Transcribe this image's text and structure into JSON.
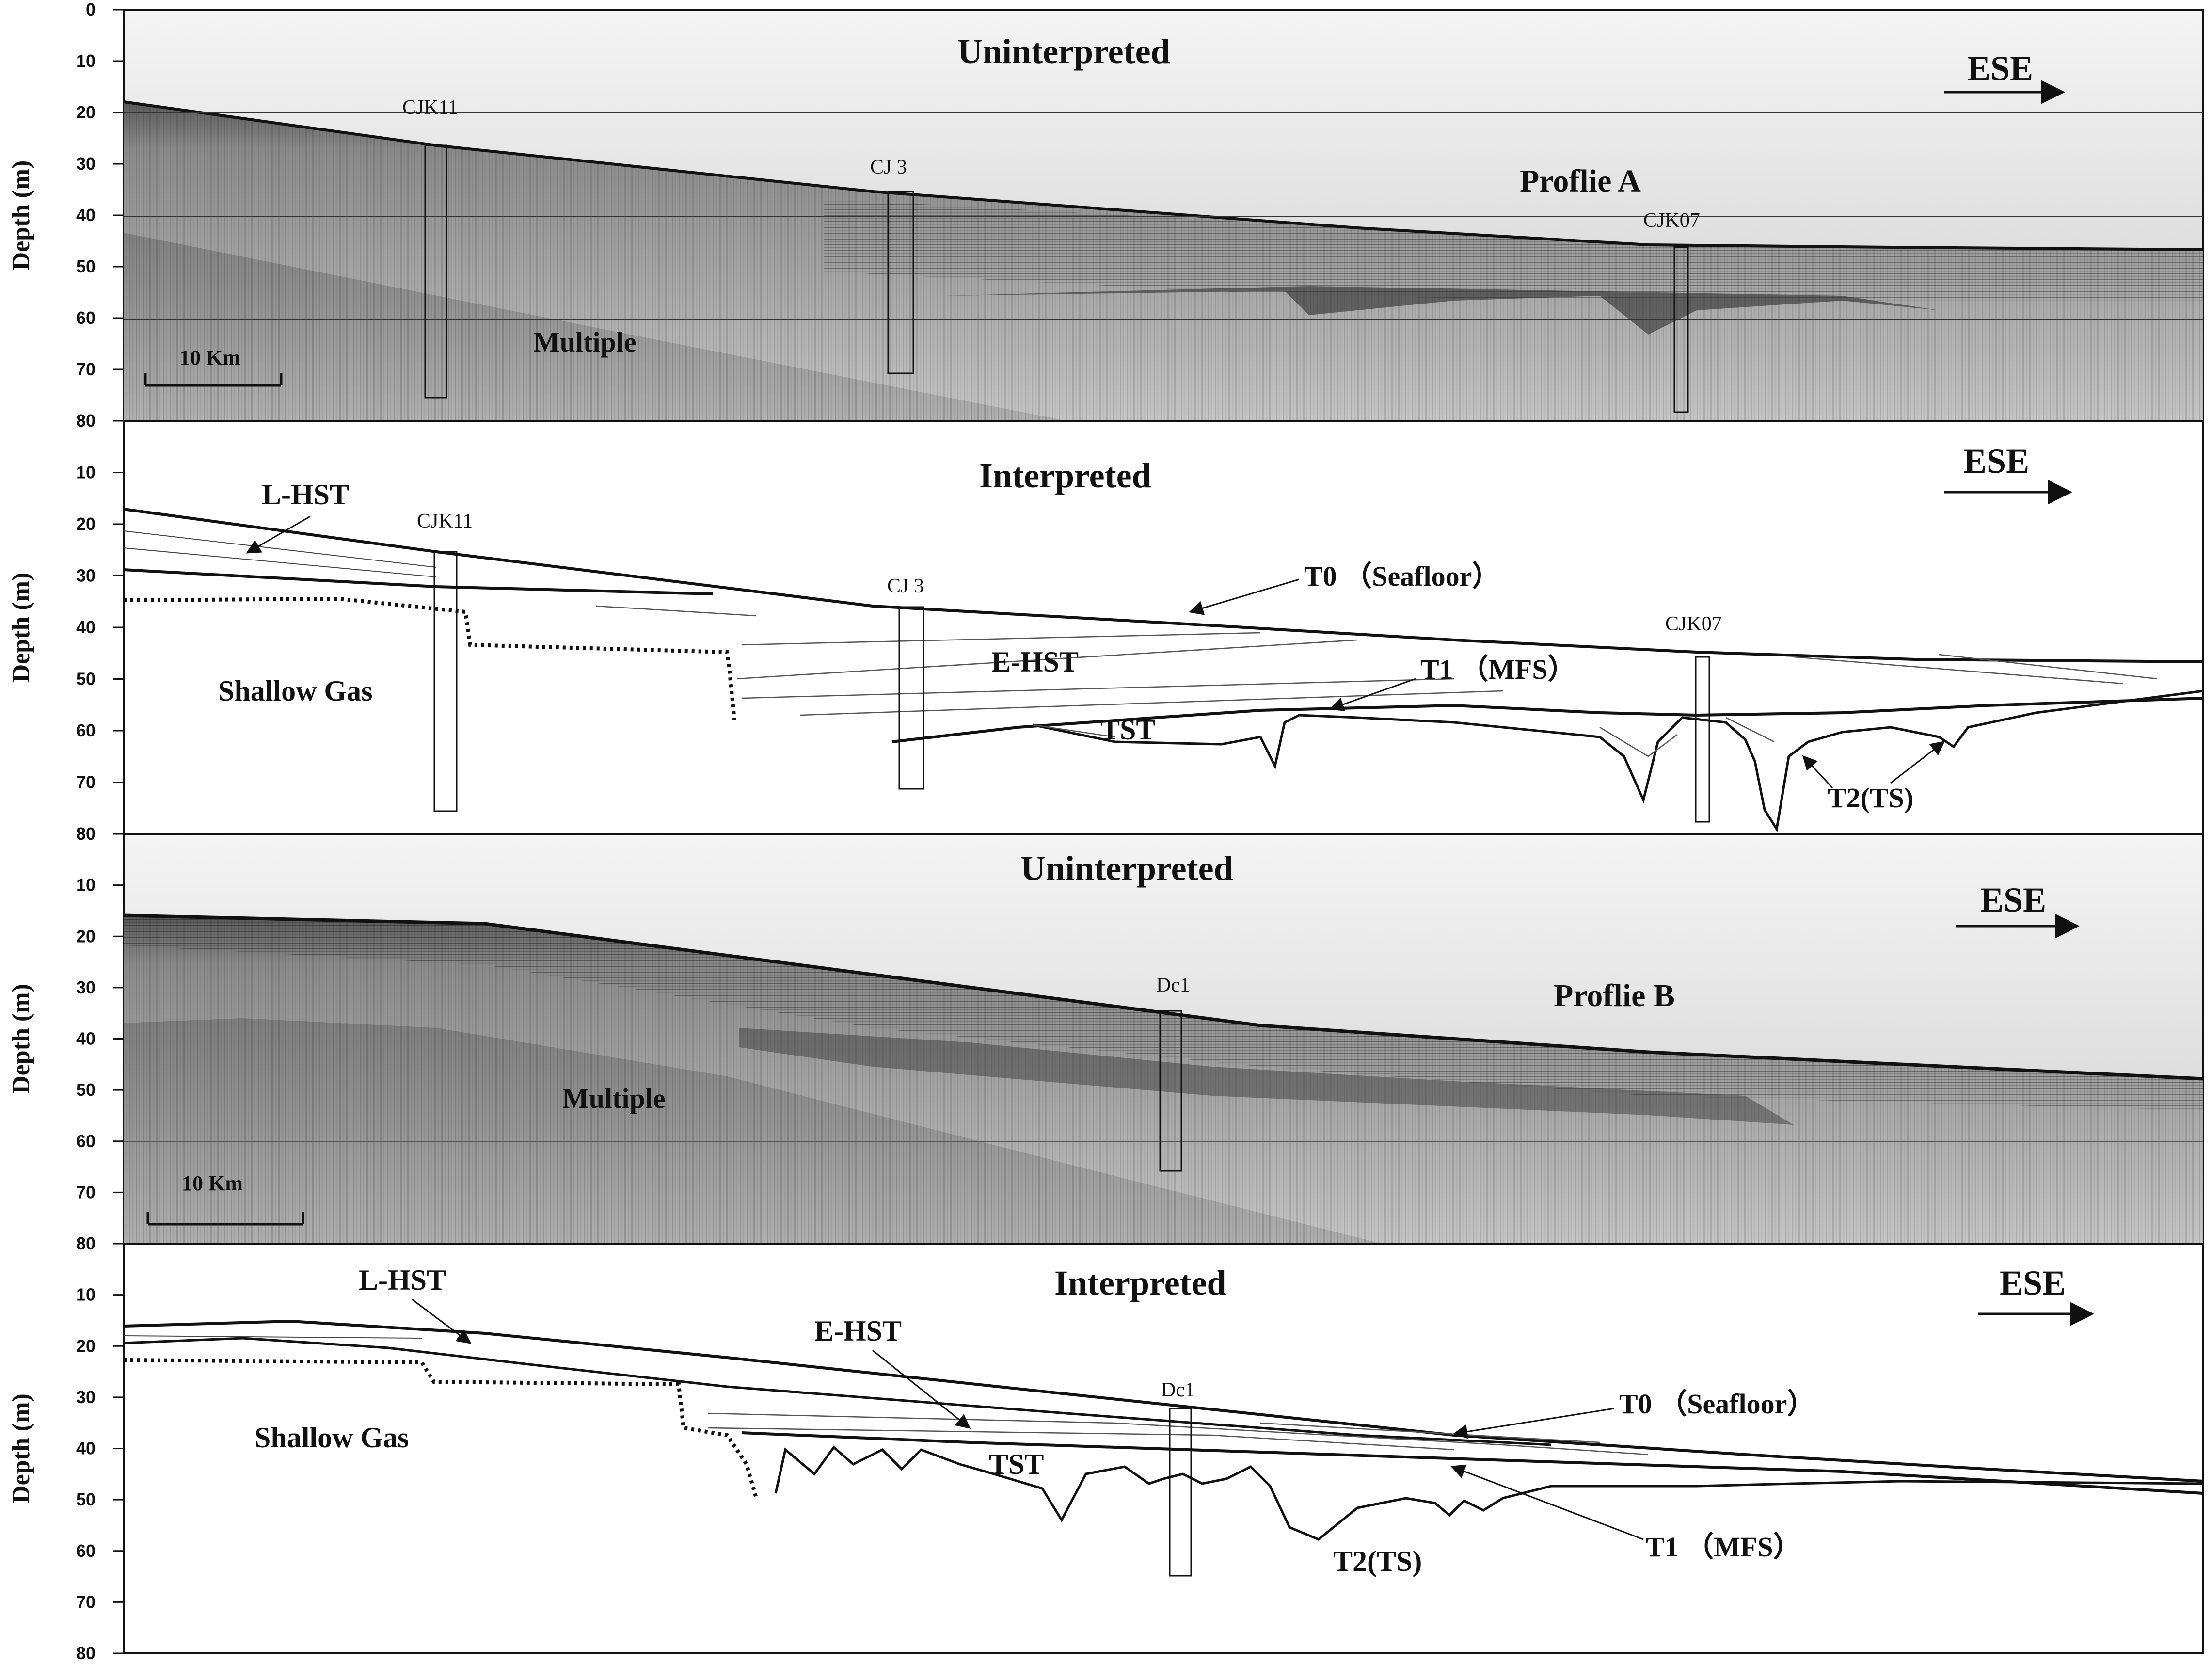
{
  "axis": {
    "label": "Depth (m)",
    "ticks_top": [
      "0",
      "10",
      "20",
      "30",
      "40",
      "50",
      "60",
      "70",
      "80"
    ],
    "ticks_rest": [
      "10",
      "20",
      "30",
      "40",
      "50",
      "60",
      "70",
      "80"
    ]
  },
  "common": {
    "direction": "ESE",
    "scale_bar": "10 Km"
  },
  "panels": [
    {
      "id": "a-raw",
      "title": "Uninterpreted",
      "profile": "Proflie A",
      "multiple": "Multiple",
      "wells": [
        "CJK11",
        "CJ 3",
        "CJK07"
      ]
    },
    {
      "id": "a-int",
      "title": "Interpreted",
      "wells": [
        "CJK11",
        "CJ 3",
        "CJK07"
      ],
      "units": [
        "L-HST",
        "Shallow Gas",
        "E-HST",
        "TST"
      ],
      "surfaces": [
        "T0 （Seafloor）",
        "T1 （MFS）",
        "T2(TS)"
      ]
    },
    {
      "id": "b-raw",
      "title": "Uninterpreted",
      "profile": "Proflie B",
      "multiple": "Multiple",
      "wells": [
        "Dc1"
      ]
    },
    {
      "id": "b-int",
      "title": "Interpreted",
      "wells": [
        "Dc1"
      ],
      "units": [
        "L-HST",
        "E-HST",
        "Shallow Gas",
        "TST"
      ],
      "surfaces": [
        "T0 （Seafloor）",
        "T1 （MFS）",
        "T2(TS)"
      ]
    }
  ]
}
